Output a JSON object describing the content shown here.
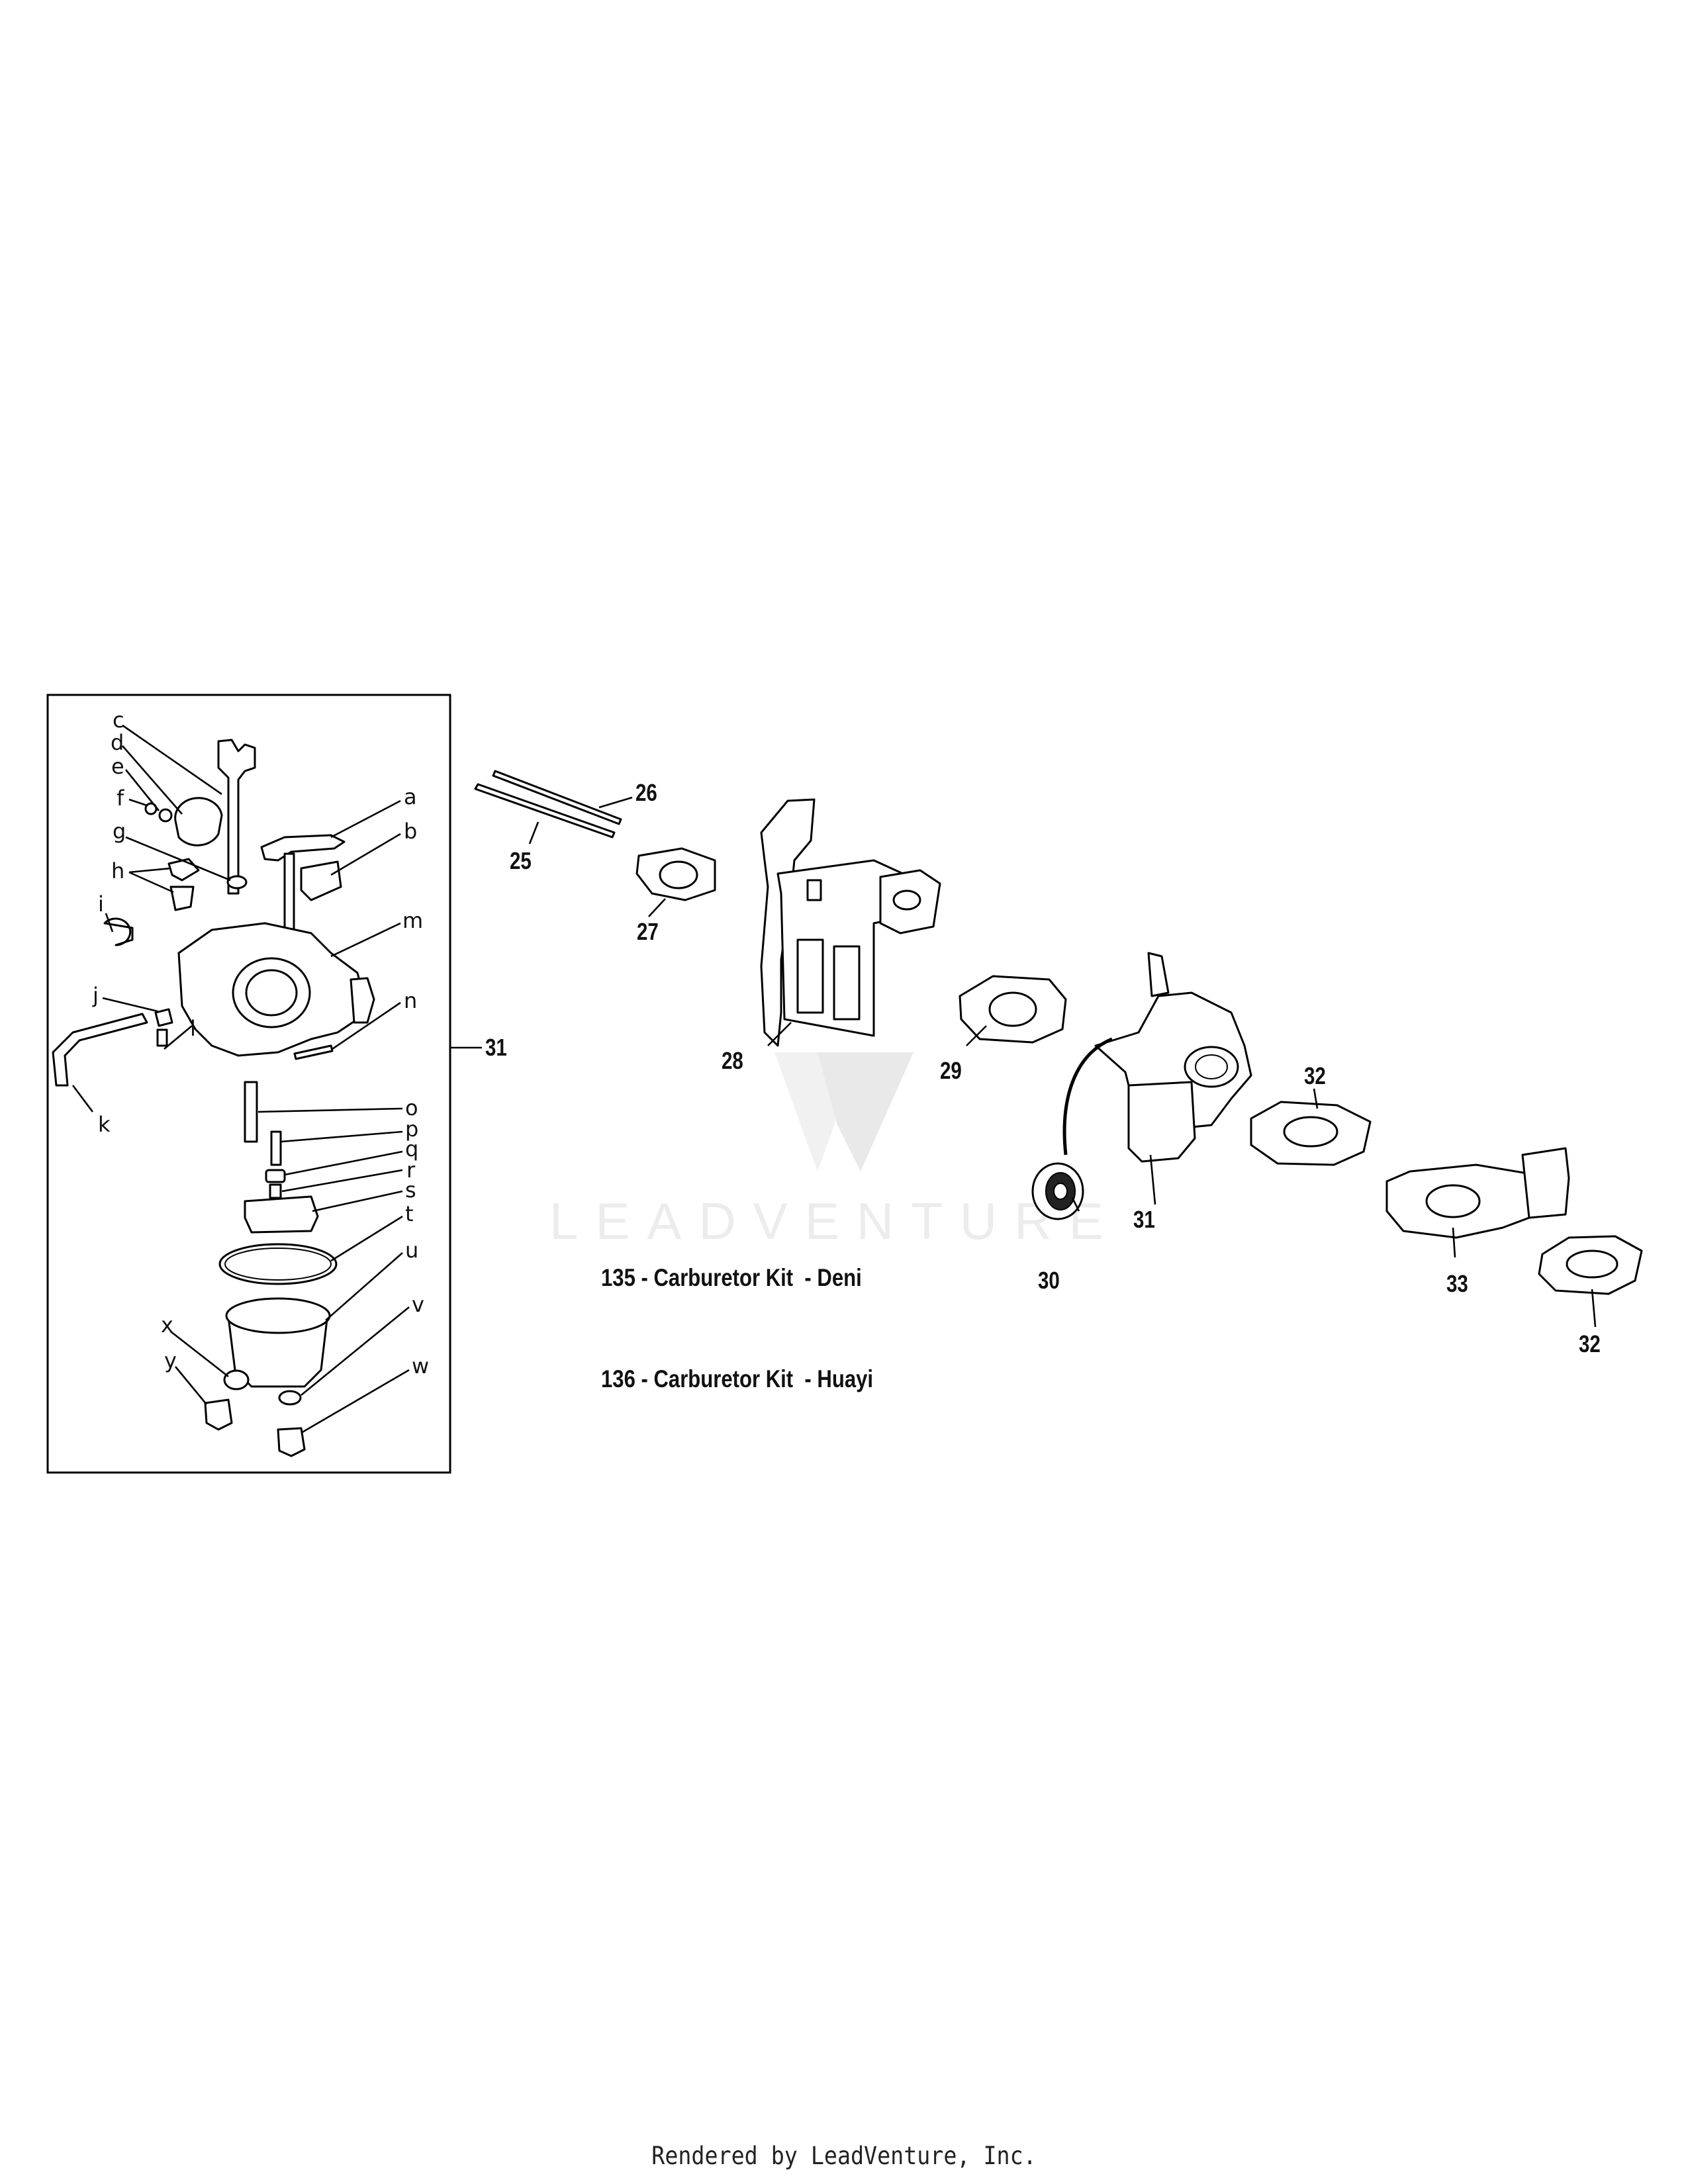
{
  "diagram": {
    "callouts_inset": {
      "a": "a",
      "b": "b",
      "c": "c",
      "d": "d",
      "e": "e",
      "f": "f",
      "g": "g",
      "h": "h",
      "i": "i",
      "j": "j",
      "k": "k",
      "l": "l",
      "m": "m",
      "n": "n",
      "o": "o",
      "p": "p",
      "q": "q",
      "r": "r",
      "s": "s",
      "t": "t",
      "u": "u",
      "v": "v",
      "w": "w",
      "x": "x",
      "y": "y"
    },
    "callouts_parts": {
      "p25": "25",
      "p26": "26",
      "p27": "27",
      "p28": "28",
      "p29": "29",
      "p30": "30",
      "p31_inset": "31",
      "p31_main": "31",
      "p32_top": "32",
      "p32_bottom": "32",
      "p33": "33"
    },
    "kits": [
      {
        "text": "135 - Carburetor Kit  - Deni"
      },
      {
        "text": "136 - Carburetor Kit  - Huayi"
      }
    ]
  },
  "watermark": {
    "text": "LEADVENTURE"
  },
  "footer": {
    "text": "Rendered by LeadVenture, Inc."
  }
}
